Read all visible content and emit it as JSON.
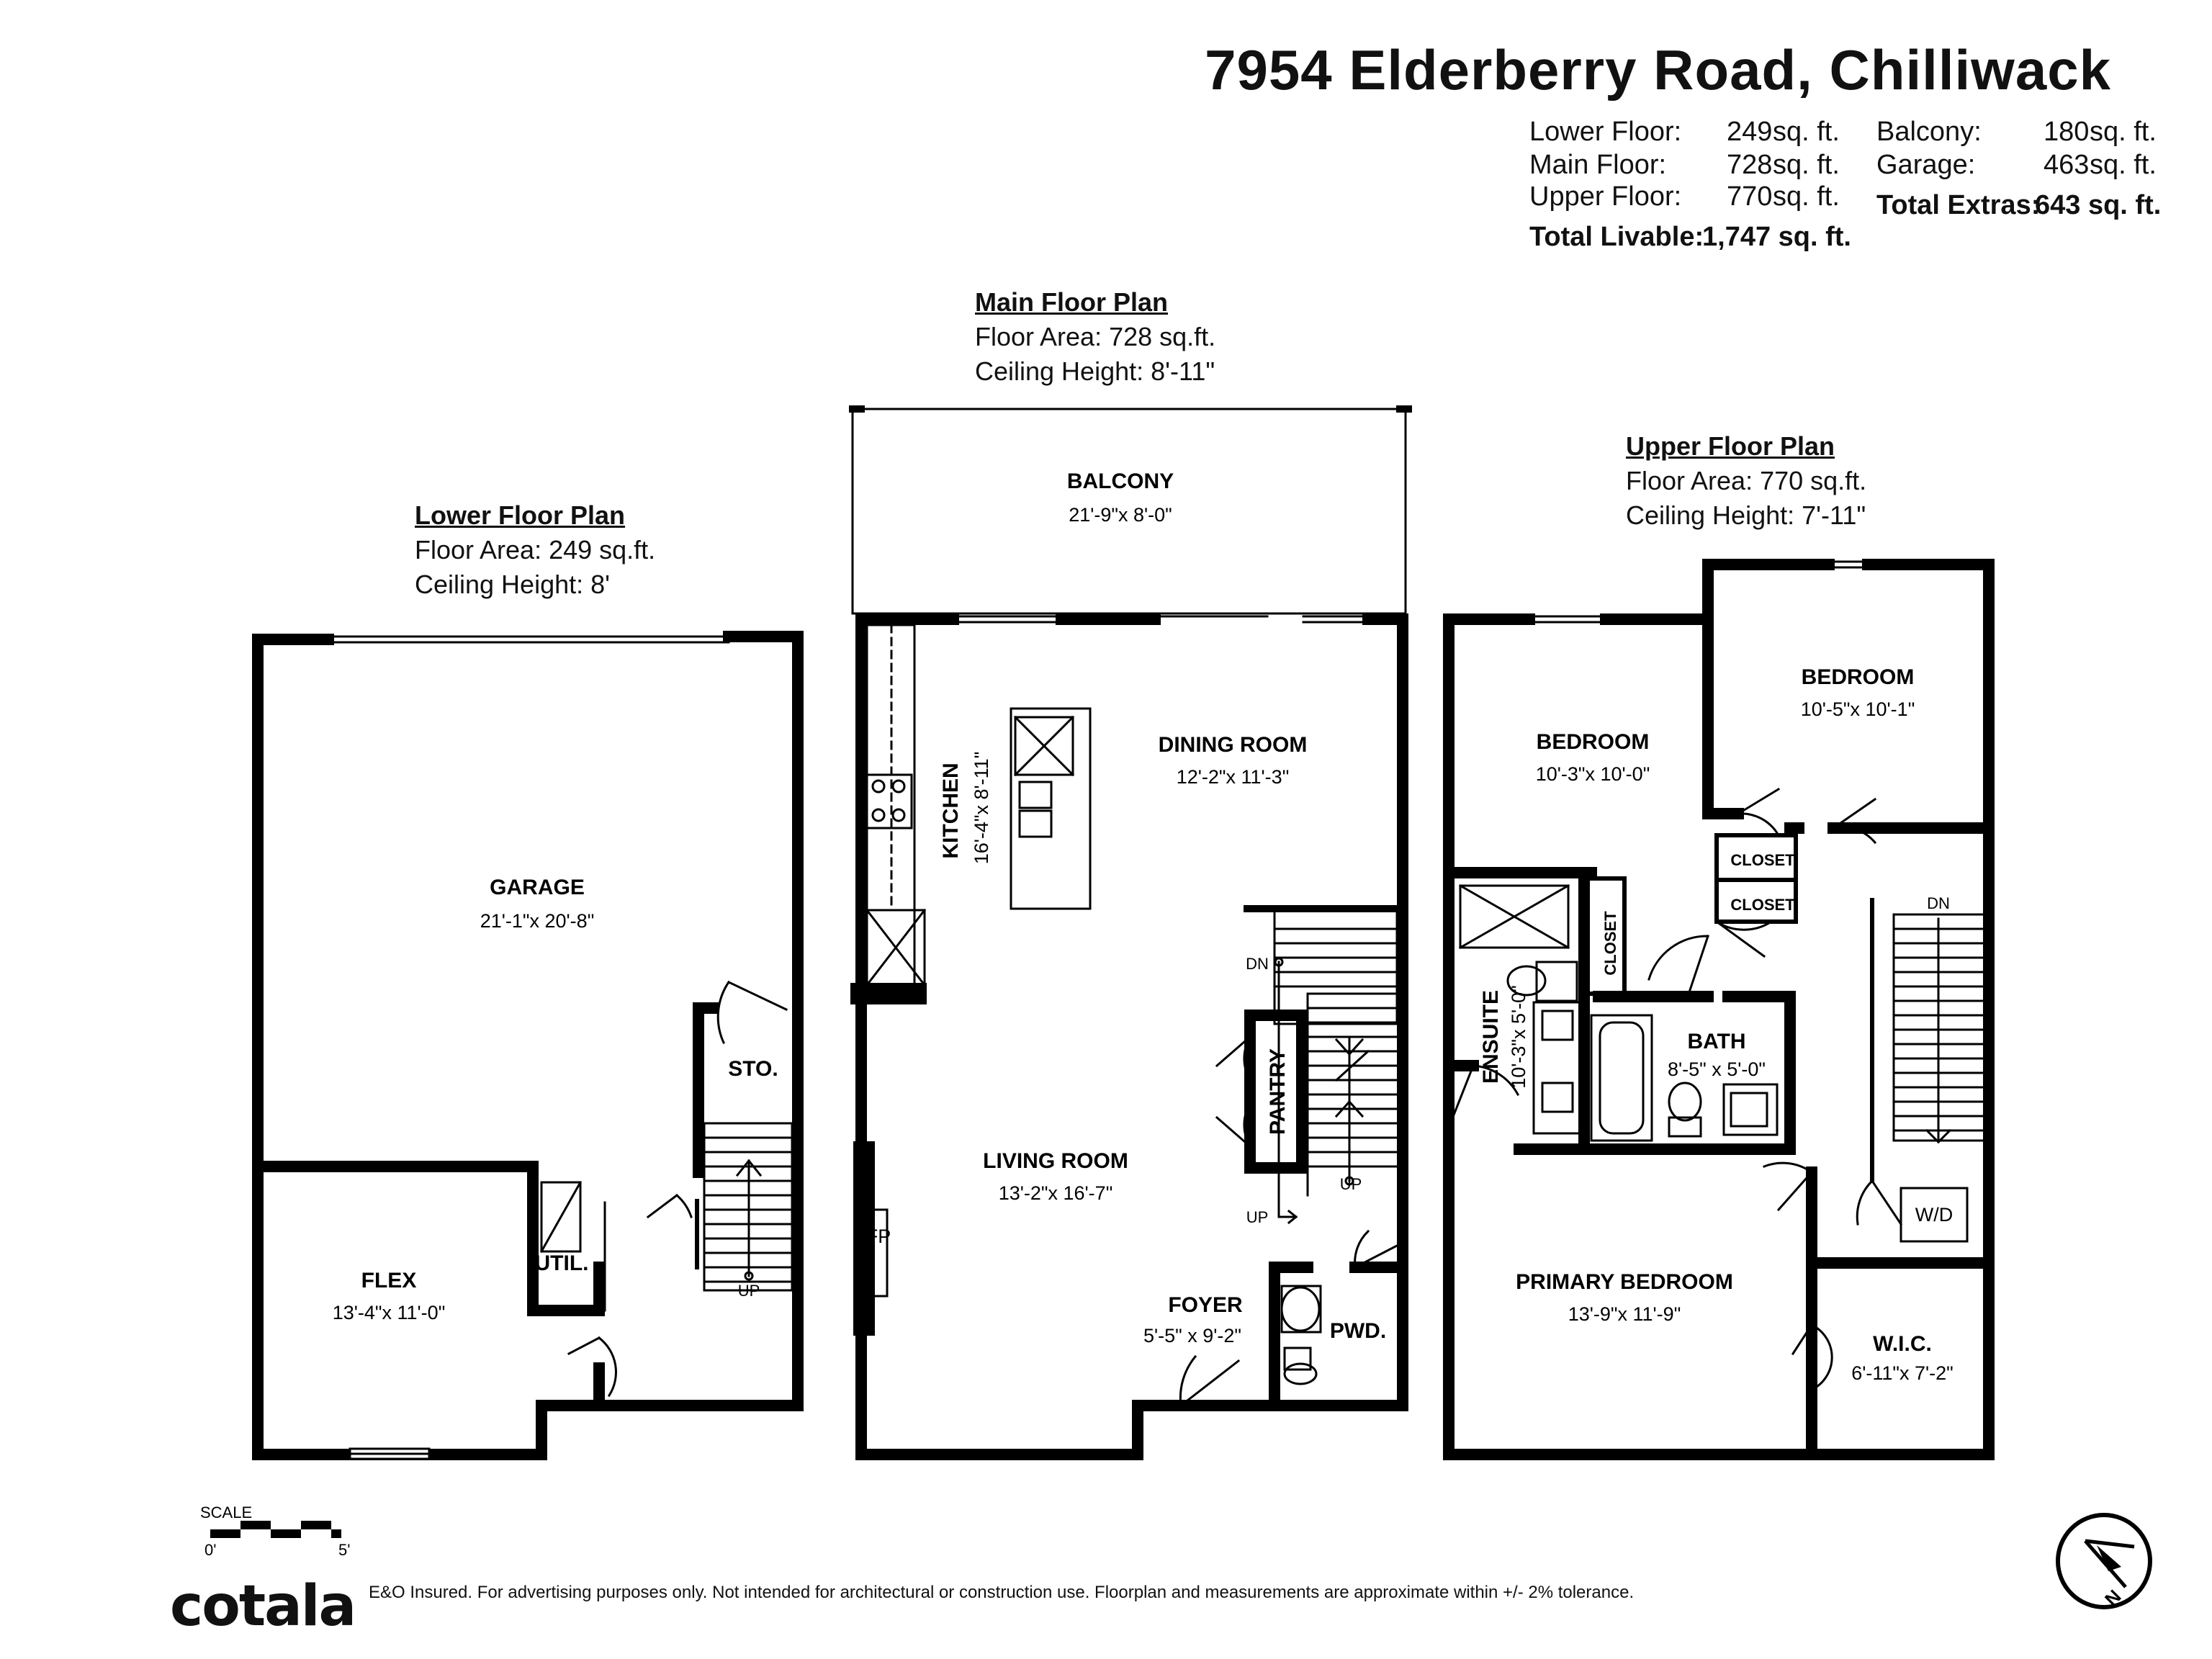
{
  "title": "7954 Elderberry Road, Chilliwack",
  "summary": {
    "lower": {
      "label": "Lower Floor:",
      "value": "249",
      "unit": "sq. ft."
    },
    "main": {
      "label": "Main Floor:",
      "value": "728",
      "unit": "sq. ft."
    },
    "upper": {
      "label": "Upper Floor:",
      "value": "770",
      "unit": "sq. ft."
    },
    "livable": {
      "label": "Total Livable:",
      "value": "1,747 sq. ft."
    },
    "balcony": {
      "label": "Balcony:",
      "value": "180",
      "unit": "sq. ft."
    },
    "garage": {
      "label": "Garage:",
      "value": "463",
      "unit": "sq. ft."
    },
    "extras": {
      "label": "Total Extras:",
      "value": "643 sq. ft."
    }
  },
  "plans": {
    "lower": {
      "heading": "Lower Floor Plan",
      "area": "Floor Area: 249 sq.ft.",
      "ceiling": "Ceiling Height: 8'"
    },
    "main": {
      "heading": "Main Floor Plan",
      "area": "Floor Area: 728 sq.ft.",
      "ceiling": "Ceiling Height: 8'-11\""
    },
    "upper": {
      "heading": "Upper Floor Plan",
      "area": "Floor Area: 770 sq.ft.",
      "ceiling": "Ceiling Height: 7'-11\""
    }
  },
  "rooms": {
    "garage": {
      "name": "GARAGE",
      "dim": "21'-1\"x 20'-8\""
    },
    "sto": {
      "name": "STO."
    },
    "flex": {
      "name": "FLEX",
      "dim": "13'-4\"x 11'-0\""
    },
    "util": {
      "name": "UTIL."
    },
    "balcony": {
      "name": "BALCONY",
      "dim": "21'-9\"x  8'-0\""
    },
    "dining": {
      "name": "DINING ROOM",
      "dim": "12'-2\"x 11'-3\""
    },
    "kitchen": {
      "name": "KITCHEN",
      "dim": "16'-4\"x 8'-11\""
    },
    "living": {
      "name": "LIVING ROOM",
      "dim": "13'-2\"x 16'-7\""
    },
    "pantry": {
      "name": "PANTRY"
    },
    "foyer": {
      "name": "FOYER",
      "dim": "5'-5\"  x  9'-2\""
    },
    "pwd": {
      "name": "PWD."
    },
    "fp": {
      "name": "FP"
    },
    "bedroom1": {
      "name": "BEDROOM",
      "dim": "10'-3\"x 10'-0\""
    },
    "bedroom2": {
      "name": "BEDROOM",
      "dim": "10'-5\"x 10'-1\""
    },
    "closet1": {
      "name": "CLOSET"
    },
    "closet2": {
      "name": "CLOSET"
    },
    "closet3": {
      "name": "CLOSET"
    },
    "ensuite": {
      "name": "ENSUITE",
      "dim": "10'-3\"x  5'-0\""
    },
    "bath": {
      "name": "BATH",
      "dim": "8'-5\"  x  5'-0\""
    },
    "wd": {
      "name": "W/D"
    },
    "primary": {
      "name": "PRIMARY BEDROOM",
      "dim": "13'-9\"x 11'-9\""
    },
    "wic": {
      "name": "W.I.C.",
      "dim": "6'-11\"x  7'-2\""
    }
  },
  "stairs": {
    "up": "UP",
    "dn": "DN"
  },
  "scale": {
    "label": "SCALE",
    "start": "0'",
    "end": "5'"
  },
  "footer": {
    "logo": "cotala",
    "disclaimer": "E&O Insured. For advertising purposes only. Not intended for architectural or construction use. Floorplan and measurements are approximate within +/- 2% tolerance."
  },
  "compass": {
    "label": "N"
  }
}
